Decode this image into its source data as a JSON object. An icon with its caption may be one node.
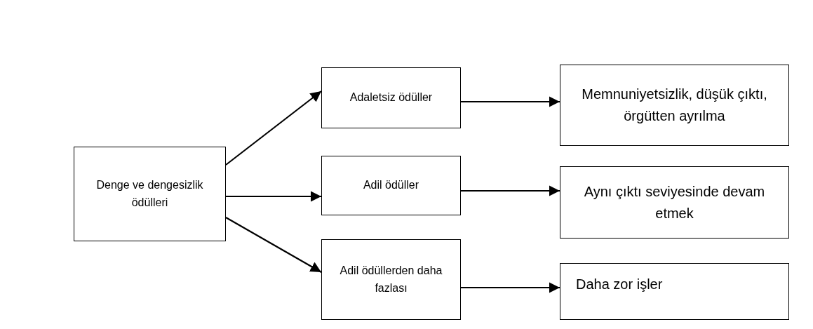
{
  "diagram": {
    "nodes": [
      {
        "text": [
          "Denge ve dengesizlik ödülleri"
        ]
      },
      {
        "text": [
          "Adaletsiz ödüller"
        ]
      },
      {
        "text": [
          "Adil ödüller"
        ]
      },
      {
        "text": [
          "Adil ödüllerden daha fazlası"
        ]
      },
      {
        "text": [
          "Memnuniyetsizlik, düşük çıktı, örgütten ayrılma"
        ]
      },
      {
        "text": [
          "Aynı çıktı seviyesinde devam etmek"
        ]
      },
      {
        "text": [
          "Daha zor işler"
        ]
      }
    ],
    "edges": [
      {
        "from": 0,
        "to": 1,
        "arrow": "to"
      },
      {
        "from": 0,
        "to": 2,
        "arrow": "to"
      },
      {
        "from": 0,
        "to": 3,
        "arrow": "to"
      },
      {
        "from": 1,
        "to": 4,
        "arrow": "to"
      },
      {
        "from": 2,
        "to": 5,
        "arrow": "to"
      },
      {
        "from": 3,
        "to": 6,
        "arrow": "to"
      }
    ]
  }
}
